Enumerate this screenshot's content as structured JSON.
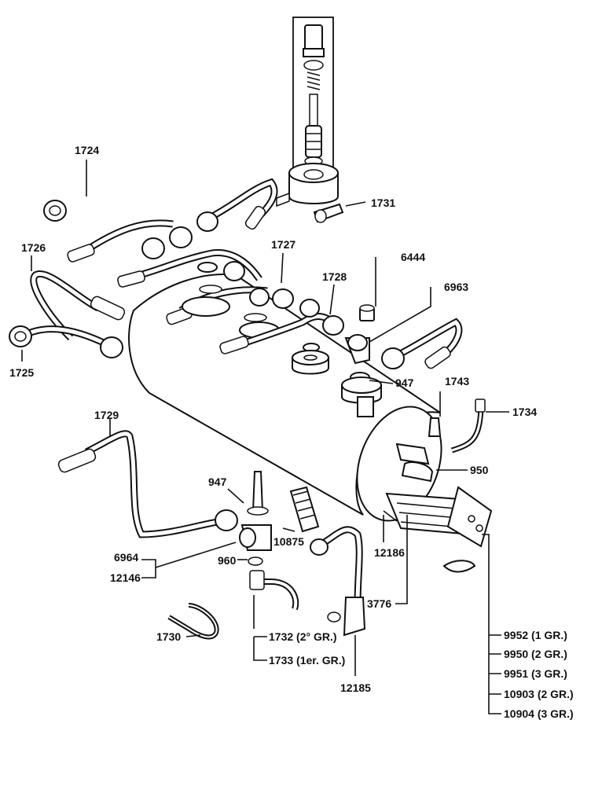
{
  "labels": {
    "l1724": "1724",
    "l1726": "1726",
    "l1725": "1725",
    "l1727": "1727",
    "l1728": "1728",
    "l1731": "1731",
    "l6444": "6444",
    "l6963": "6963",
    "l947a": "947",
    "l1743": "1743",
    "l1734": "1734",
    "l950": "950",
    "l1729": "1729",
    "l947b": "947",
    "l10875": "10875",
    "l12186": "12186",
    "l6964": "6964",
    "l12146": "12146",
    "l960": "960",
    "l3776": "3776",
    "l1730": "1730",
    "l1732": "1732 (2° GR.)",
    "l1733": "1733 (1er. GR.)",
    "l12185": "12185",
    "l9952": "9952 (1 GR.)",
    "l9950": "9950 (2 GR.)",
    "l9951": "9951 (3 GR.)",
    "l10903": "10903 (2 GR.)",
    "l10904": "10904 (3 GR.)"
  }
}
